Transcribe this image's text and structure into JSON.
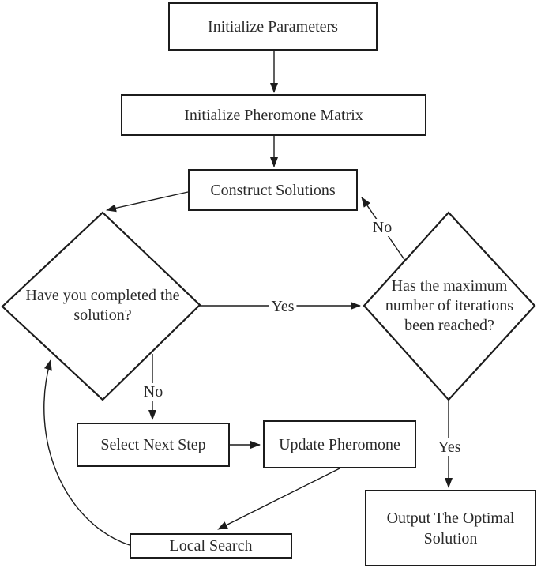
{
  "nodes": {
    "init_params": {
      "label": "Initialize Parameters"
    },
    "init_pheromone": {
      "label": "Initialize Pheromone Matrix"
    },
    "construct_solutions": {
      "label": "Construct Solutions"
    },
    "completed_solution": {
      "label": "Have you completed the solution?"
    },
    "max_iterations": {
      "label": "Has the maximum number of iterations been reached?"
    },
    "select_next_step": {
      "label": "Select Next Step"
    },
    "update_pheromone": {
      "label": "Update Pheromone"
    },
    "local_search": {
      "label": "Local Search"
    },
    "output_solution": {
      "label": "Output The Optimal Solution"
    }
  },
  "edge_labels": {
    "yes_to_max_iterations": "Yes",
    "no_back_to_construct": "No",
    "no_to_select_next": "No",
    "yes_to_output": "Yes"
  },
  "colors": {
    "line": "#1c1c1c",
    "text": "#2a2a2a",
    "background": "#ffffff",
    "node_fill": "#ffffff"
  }
}
